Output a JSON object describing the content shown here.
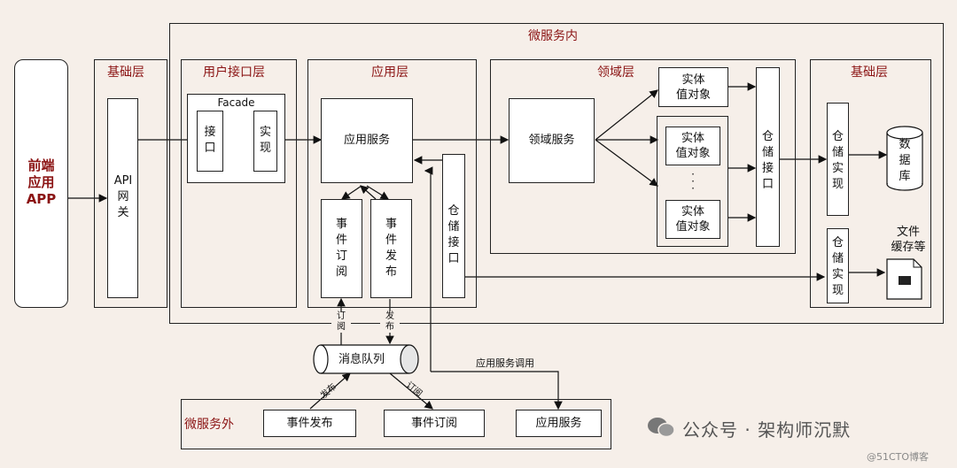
{
  "microservice_inner": {
    "title": "微服务内"
  },
  "frontend": {
    "label": "前端\n应用\nAPP"
  },
  "base_layer_left": {
    "title": "基础层",
    "gateway": "API\n网\n关"
  },
  "user_interface_layer": {
    "title": "用户接口层",
    "facade": "Facade",
    "interface": "接\n口",
    "impl": "实\n现"
  },
  "application_layer": {
    "title": "应用层",
    "service": "应用服务",
    "event_subscribe": "事\n件\n订\n阅",
    "event_publish": "事\n件\n发\n布",
    "repository_interface": "仓\n储\n接\n口"
  },
  "domain_layer": {
    "title": "领域层",
    "domain_service": "领域服务",
    "entity_value_object": "实体\n值对象",
    "ellipsis": "·\n·\n·",
    "repository_interface": "仓\n储\n接\n口"
  },
  "base_layer_right": {
    "title": "基础层",
    "repository_impl": "仓\n储\n实\n现",
    "database": "数\n据\n库",
    "file_cache": "文件\n缓存等"
  },
  "message_queue": {
    "label": "消息队列",
    "subscribe": "订\n阅",
    "publish": "发\n布",
    "publish_diag": "发布",
    "subscribe_diag": "订阅",
    "app_service_call": "应用服务调用"
  },
  "microservice_outer": {
    "title": "微服务外",
    "event_publish": "事件发布",
    "event_subscribe": "事件订阅",
    "app_service": "应用服务"
  },
  "watermark": {
    "text": "公众号 · 架构师沉默",
    "sub": "@51CTO博客"
  }
}
